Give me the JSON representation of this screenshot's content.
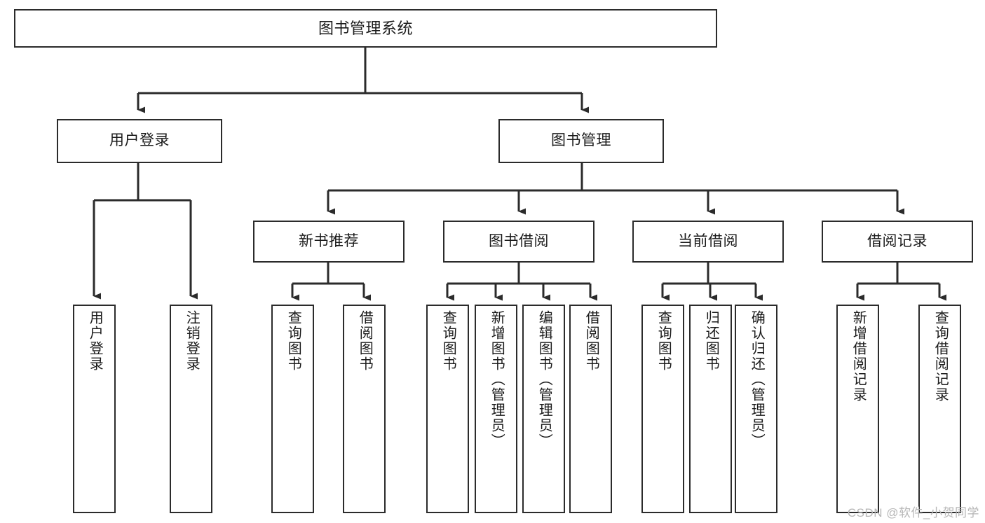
{
  "diagram": {
    "title": "图书管理系统",
    "watermark": "CSDN @软件_小贺同学",
    "accent_color": "#2b2b2b",
    "background_color": "#ffffff",
    "nodes": {
      "root": {
        "label": "图书管理系统",
        "orientation": "horizontal"
      },
      "user_login": {
        "label": "用户登录",
        "orientation": "horizontal"
      },
      "book_manage": {
        "label": "图书管理",
        "orientation": "horizontal"
      },
      "new_book_recommend": {
        "label": "新书推荐",
        "orientation": "horizontal"
      },
      "book_borrow": {
        "label": "图书借阅",
        "orientation": "horizontal"
      },
      "current_borrow": {
        "label": "当前借阅",
        "orientation": "horizontal"
      },
      "borrow_record": {
        "label": "借阅记录",
        "orientation": "horizontal"
      },
      "leaf_user_login": {
        "label": "用户登录",
        "orientation": "vertical"
      },
      "leaf_user_logout": {
        "label": "注销登录",
        "orientation": "vertical"
      },
      "leaf_rec_query_book": {
        "label": "查询图书",
        "orientation": "vertical"
      },
      "leaf_rec_borrow_book": {
        "label": "借阅图书",
        "orientation": "vertical"
      },
      "leaf_borrow_query_book": {
        "label": "查询图书",
        "orientation": "vertical"
      },
      "leaf_borrow_add_book": {
        "label": "新增图书（管理员）",
        "orientation": "vertical"
      },
      "leaf_borrow_edit_book": {
        "label": "编辑图书（管理员）",
        "orientation": "vertical"
      },
      "leaf_borrow_borrow_book": {
        "label": "借阅图书",
        "orientation": "vertical"
      },
      "leaf_cur_query_book": {
        "label": "查询图书",
        "orientation": "vertical"
      },
      "leaf_cur_return_book": {
        "label": "归还图书",
        "orientation": "vertical"
      },
      "leaf_cur_confirm_return": {
        "label": "确认归还（管理员）",
        "orientation": "vertical"
      },
      "leaf_rec_add_record": {
        "label": "新增借阅记录",
        "orientation": "vertical"
      },
      "leaf_rec_query_record": {
        "label": "查询借阅记录",
        "orientation": "vertical"
      }
    },
    "levels": [
      {
        "name": "level-1",
        "node_keys": [
          "root"
        ]
      },
      {
        "name": "level-2",
        "node_keys": [
          "user_login",
          "book_manage"
        ]
      },
      {
        "name": "level-3",
        "node_keys": [
          "new_book_recommend",
          "book_borrow",
          "current_borrow",
          "borrow_record"
        ]
      },
      {
        "name": "level-4",
        "node_keys": [
          "leaf_user_login",
          "leaf_user_logout",
          "leaf_rec_query_book",
          "leaf_rec_borrow_book",
          "leaf_borrow_query_book",
          "leaf_borrow_add_book",
          "leaf_borrow_edit_book",
          "leaf_borrow_borrow_book",
          "leaf_cur_query_book",
          "leaf_cur_return_book",
          "leaf_cur_confirm_return",
          "leaf_rec_add_record",
          "leaf_rec_query_record"
        ]
      }
    ],
    "relations": [
      {
        "from": "root",
        "to": "user_login"
      },
      {
        "from": "root",
        "to": "book_manage"
      },
      {
        "from": "user_login",
        "to": "leaf_user_login"
      },
      {
        "from": "user_login",
        "to": "leaf_user_logout"
      },
      {
        "from": "book_manage",
        "to": "new_book_recommend"
      },
      {
        "from": "book_manage",
        "to": "book_borrow"
      },
      {
        "from": "book_manage",
        "to": "current_borrow"
      },
      {
        "from": "book_manage",
        "to": "borrow_record"
      },
      {
        "from": "new_book_recommend",
        "to": "leaf_rec_query_book"
      },
      {
        "from": "new_book_recommend",
        "to": "leaf_rec_borrow_book"
      },
      {
        "from": "book_borrow",
        "to": "leaf_borrow_query_book"
      },
      {
        "from": "book_borrow",
        "to": "leaf_borrow_add_book"
      },
      {
        "from": "book_borrow",
        "to": "leaf_borrow_edit_book"
      },
      {
        "from": "book_borrow",
        "to": "leaf_borrow_borrow_book"
      },
      {
        "from": "current_borrow",
        "to": "leaf_cur_query_book"
      },
      {
        "from": "current_borrow",
        "to": "leaf_cur_return_book"
      },
      {
        "from": "current_borrow",
        "to": "leaf_cur_confirm_return"
      },
      {
        "from": "borrow_record",
        "to": "leaf_rec_add_record"
      },
      {
        "from": "borrow_record",
        "to": "leaf_rec_query_record"
      }
    ]
  }
}
